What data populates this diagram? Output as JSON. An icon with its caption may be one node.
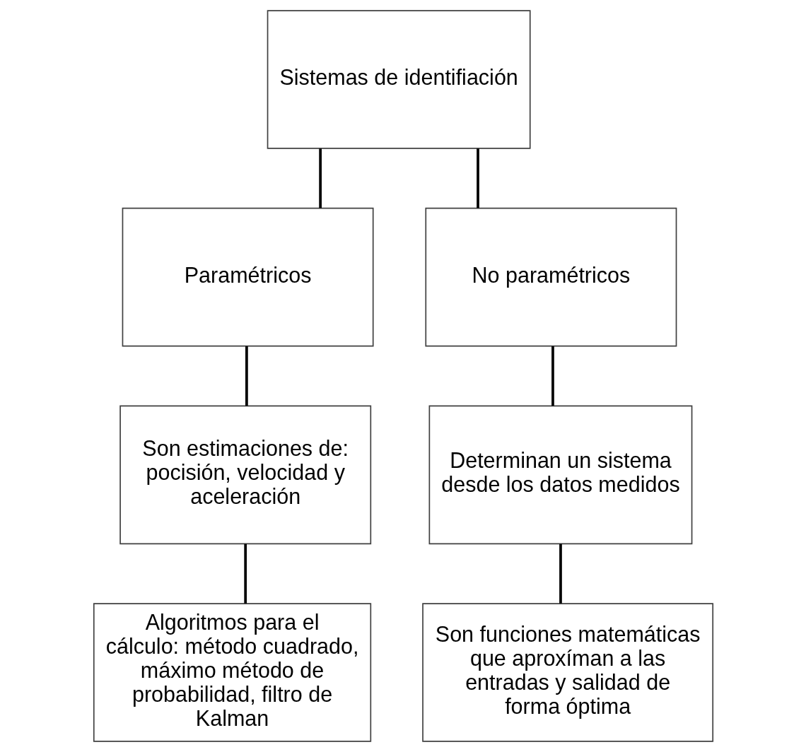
{
  "diagram": {
    "nodes": [
      {
        "text": [
          "Sistemas de identifiación"
        ]
      },
      {
        "text": [
          "Paramétricos"
        ]
      },
      {
        "text": [
          "No paramétricos"
        ]
      },
      {
        "text": [
          "Son estimaciones de: pocisión, velocidad y aceleración"
        ]
      },
      {
        "text": [
          "Determinan un sistema desde los datos medidos"
        ]
      },
      {
        "text": [
          "Algoritmos para el cálculo: método cuadrado, máximo método de probabilidad, filtro de Kalman"
        ]
      },
      {
        "text": [
          "Son funciones matemáticas que aproxíman a las entradas y salidad de forma óptima"
        ]
      }
    ],
    "edges": [
      {
        "from": 0,
        "to": 1,
        "arrow": "none"
      },
      {
        "from": 0,
        "to": 2,
        "arrow": "none"
      },
      {
        "from": 1,
        "to": 3,
        "arrow": "none"
      },
      {
        "from": 2,
        "to": 4,
        "arrow": "none"
      },
      {
        "from": 3,
        "to": 5,
        "arrow": "none"
      },
      {
        "from": 4,
        "to": 6,
        "arrow": "none"
      }
    ]
  }
}
